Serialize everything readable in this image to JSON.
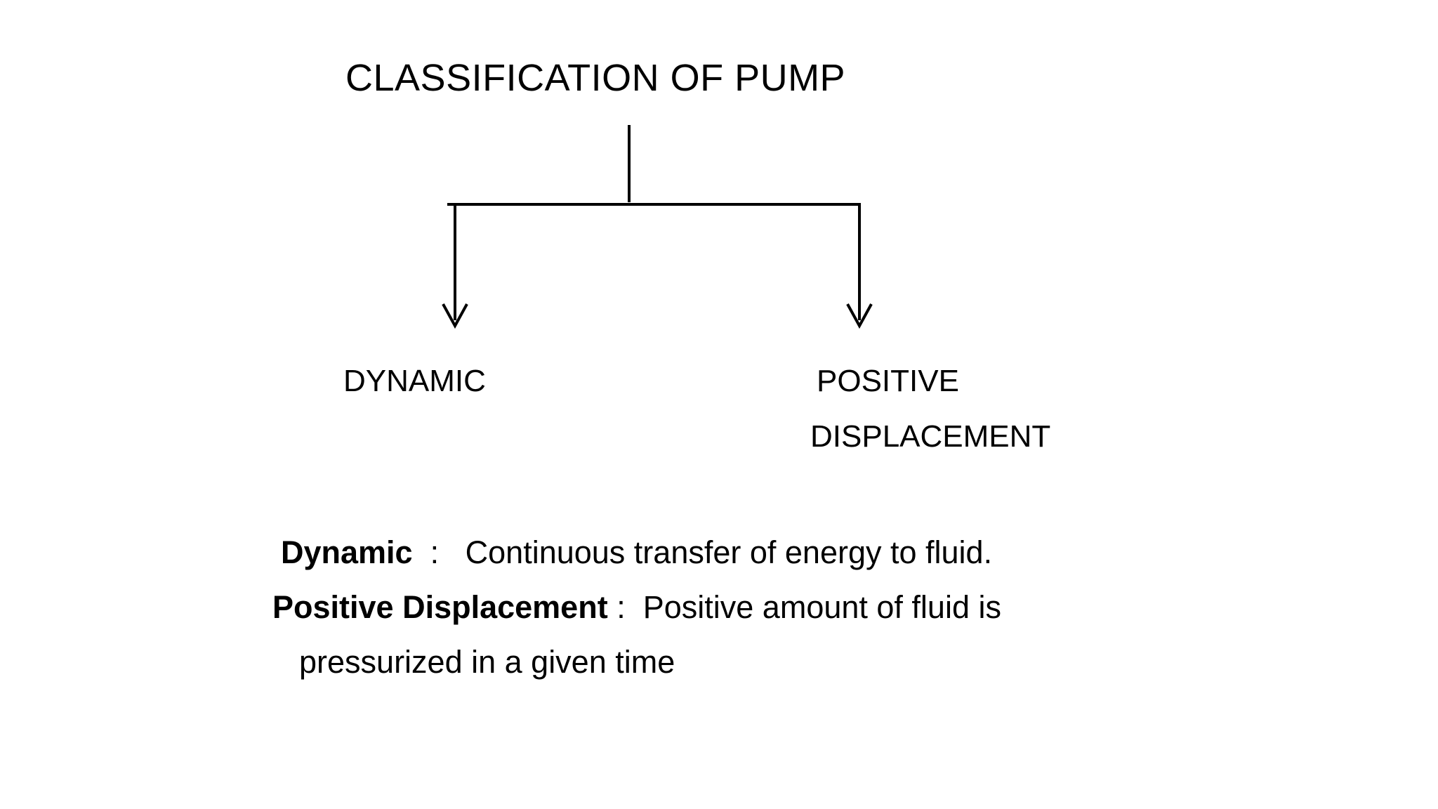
{
  "slide": {
    "title": "CLASSIFICATION OF PUMP",
    "background_color": "#ffffff",
    "text_color": "#000000",
    "line_color": "#000000"
  },
  "diagram": {
    "type": "tree",
    "root_label": "CLASSIFICATION OF PUMP",
    "branches": [
      {
        "label": "DYNAMIC"
      },
      {
        "label": "POSITIVE"
      },
      {
        "label": "DISPLACEMENT"
      }
    ]
  },
  "definitions": [
    {
      "term": "Dynamic",
      "separator": ":",
      "body": "Continuous transfer of energy to fluid."
    },
    {
      "term": "Positive Displacement",
      "separator": ":",
      "body": "Positive amount of fluid is",
      "continuation": "pressurized in a given time"
    }
  ]
}
